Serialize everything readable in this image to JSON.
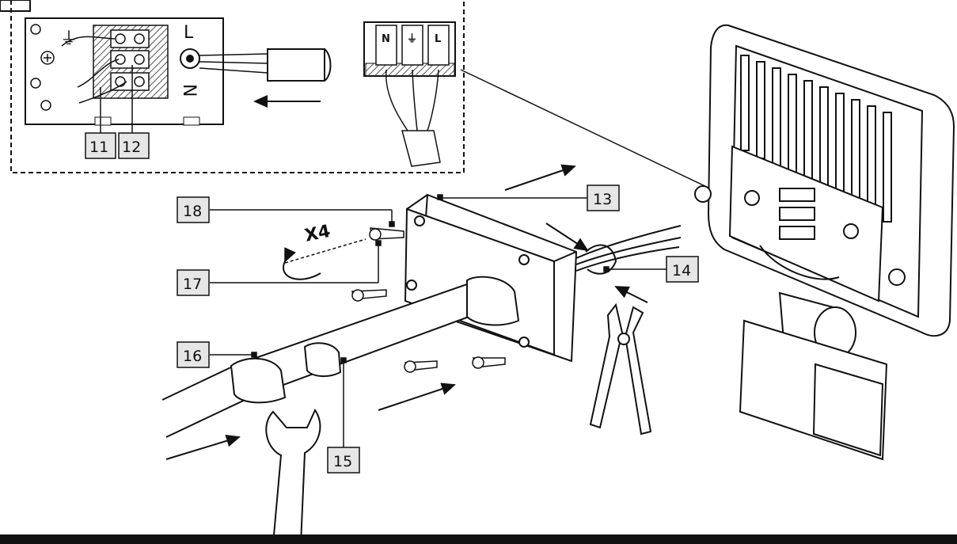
{
  "callouts": {
    "c11": "11",
    "c12": "12",
    "c13": "13",
    "c14": "14",
    "c15": "15",
    "c16": "16",
    "c17": "17",
    "c18": "18"
  },
  "terminal_labels": {
    "neutral": "N",
    "earth": "⏚",
    "live": "L"
  },
  "block_marks": {
    "earth": "⏚",
    "live": "L",
    "neutral": "N"
  },
  "screw_quantity": "X4",
  "colors": {
    "line": "#111111",
    "paper": "#ffffff",
    "label_fill": "#e6e6e6",
    "hatch": "#555555"
  }
}
